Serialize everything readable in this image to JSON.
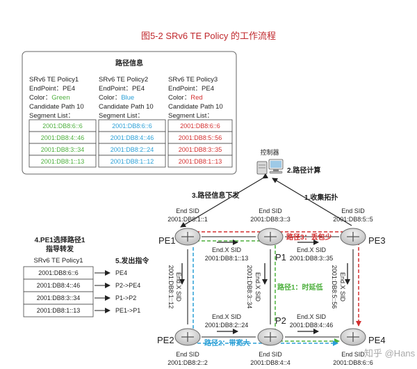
{
  "title": "图5-2 SRv6 TE Policy 的工作流程",
  "path_info": {
    "header": "路径信息",
    "policies": [
      {
        "name": "SRv6 TE Policy1",
        "endpoint": "EndPoint：PE4",
        "color_prefix": "Color：",
        "color_value": "Green",
        "color_hex": "#4caf3c",
        "candidate": "Candidate Path 10",
        "segment_list": "Segment List：",
        "segments": [
          "2001:DB8:6::6",
          "2001:DB8:4::46",
          "2001:DB8:3::34",
          "2001:DB8:1::13"
        ]
      },
      {
        "name": "SRv6 TE Policy2",
        "endpoint": "EndPoint：PE4",
        "color_prefix": "Color：",
        "color_value": "Blue",
        "color_hex": "#2a9fd6",
        "candidate": "Candidate Path 10",
        "segment_list": "Segment List：",
        "segments": [
          "2001:DB8:6::6",
          "2001:DB8:4::46",
          "2001:DB8:2::24",
          "2001:DB8:1::12"
        ]
      },
      {
        "name": "SRv6 TE Policy3",
        "endpoint": "EndPoint：PE4",
        "color_prefix": "Color：",
        "color_value": "Red",
        "color_hex": "#d32f2f",
        "candidate": "Candidate Path 10",
        "segment_list": "Segment List：",
        "segments": [
          "2001:DB8:6::6",
          "2001:DB8:5::56",
          "2001:DB8:3::35",
          "2001:DB8:1::13"
        ]
      }
    ]
  },
  "controller": {
    "label": "控制器",
    "step2": "2.路径计算"
  },
  "steps": {
    "step1": "1.收集拓扑",
    "step3": "3.路径信息下发",
    "step4_line1": "4.PE1选择路径1",
    "step4_line2": "指导转发",
    "step5": "5.发出指令"
  },
  "left_table": {
    "policy_name": "SRv6 TE Policy1",
    "rows": [
      {
        "sid": "2001:DB8:6::6",
        "instruction": "PE4"
      },
      {
        "sid": "2001:DB8:4::46",
        "instruction": "P2->PE4"
      },
      {
        "sid": "2001:DB8:3::34",
        "instruction": "P1->P2"
      },
      {
        "sid": "2001:DB8:1::13",
        "instruction": "PE1->P1"
      }
    ]
  },
  "nodes": {
    "pe1": {
      "name": "PE1",
      "sid_label": "End SID",
      "sid": "2001:DB8:1::1"
    },
    "p1": {
      "name": "P1",
      "sid_label": "End SID",
      "sid": "2001:DB8:3::3"
    },
    "pe3": {
      "name": "PE3",
      "sid_label": "End SID",
      "sid": "2001:DB8:5::5"
    },
    "pe2": {
      "name": "PE2",
      "sid_label": "End SID",
      "sid": "2001:DB8:2::2"
    },
    "p2": {
      "name": "P2",
      "sid_label": "End SID",
      "sid": "2001:DB8:4::4"
    },
    "pe4": {
      "name": "PE4",
      "sid_label": "End SID",
      "sid": "2001:DB8:6::6"
    }
  },
  "link_sids": {
    "pe1_p1": {
      "label": "End.X SID",
      "sid": "2001:DB8:1::13"
    },
    "p1_pe3": {
      "label": "End.X SID",
      "sid": "2001:DB8:3::35"
    },
    "pe2_p2": {
      "label": "End.X SID",
      "sid": "2001:DB8:2::24"
    },
    "p2_pe4": {
      "label": "End.X SID",
      "sid": "2001:DB8:4::46"
    },
    "pe1_pe2": {
      "label": "End.X SID",
      "sid": "2001:DB8:1::12"
    },
    "p1_p2": {
      "label": "End.X SID",
      "sid": "2001:DB8:3::34"
    },
    "pe3_pe4": {
      "label": "End.X SID",
      "sid": "2001:DB8:5::56"
    }
  },
  "paths": {
    "path1": "路径1：时延低",
    "path2": "路径2：带宽大",
    "path3": "路径3：丢包少"
  },
  "watermark": "知乎 @Hans",
  "colors": {
    "title": "#c0282d",
    "green": "#4caf3c",
    "blue": "#2a9fd6",
    "red": "#d32f2f",
    "border": "#555555"
  }
}
